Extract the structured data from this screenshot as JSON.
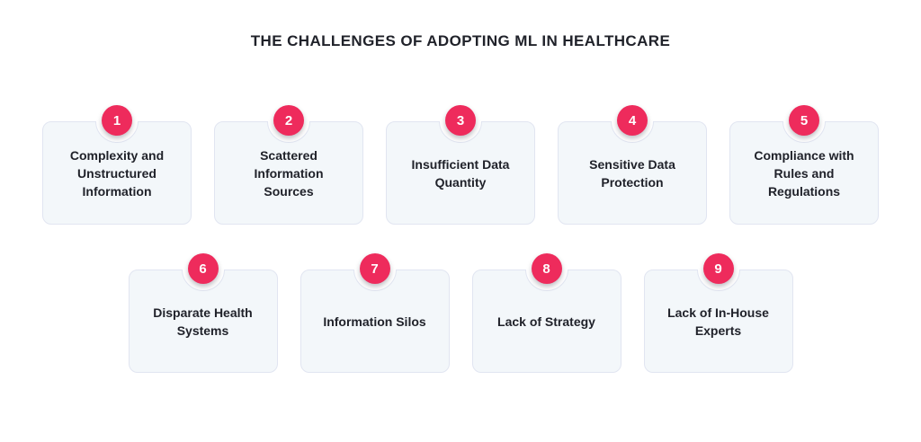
{
  "title": "THE CHALLENGES OF ADOPTING ML IN HEALTHCARE",
  "colors": {
    "badge": "#ee2b5c",
    "badge_text": "#ffffff",
    "card_bg": "#f3f7fa",
    "card_border": "#e1e5f1",
    "text": "#20222a",
    "page_bg": "#ffffff"
  },
  "cards": [
    {
      "number": "1",
      "label": "Complexity and Unstructured Information"
    },
    {
      "number": "2",
      "label": "Scattered Information Sources"
    },
    {
      "number": "3",
      "label": "Insufficient Data Quantity"
    },
    {
      "number": "4",
      "label": "Sensitive Data Protection"
    },
    {
      "number": "5",
      "label": "Compliance with Rules and Regulations"
    },
    {
      "number": "6",
      "label": "Disparate Health Systems"
    },
    {
      "number": "7",
      "label": "Information Silos"
    },
    {
      "number": "8",
      "label": "Lack of Strategy"
    },
    {
      "number": "9",
      "label": "Lack of In-House Experts"
    }
  ],
  "rows": [
    [
      0,
      1,
      2,
      3,
      4
    ],
    [
      5,
      6,
      7,
      8
    ]
  ]
}
